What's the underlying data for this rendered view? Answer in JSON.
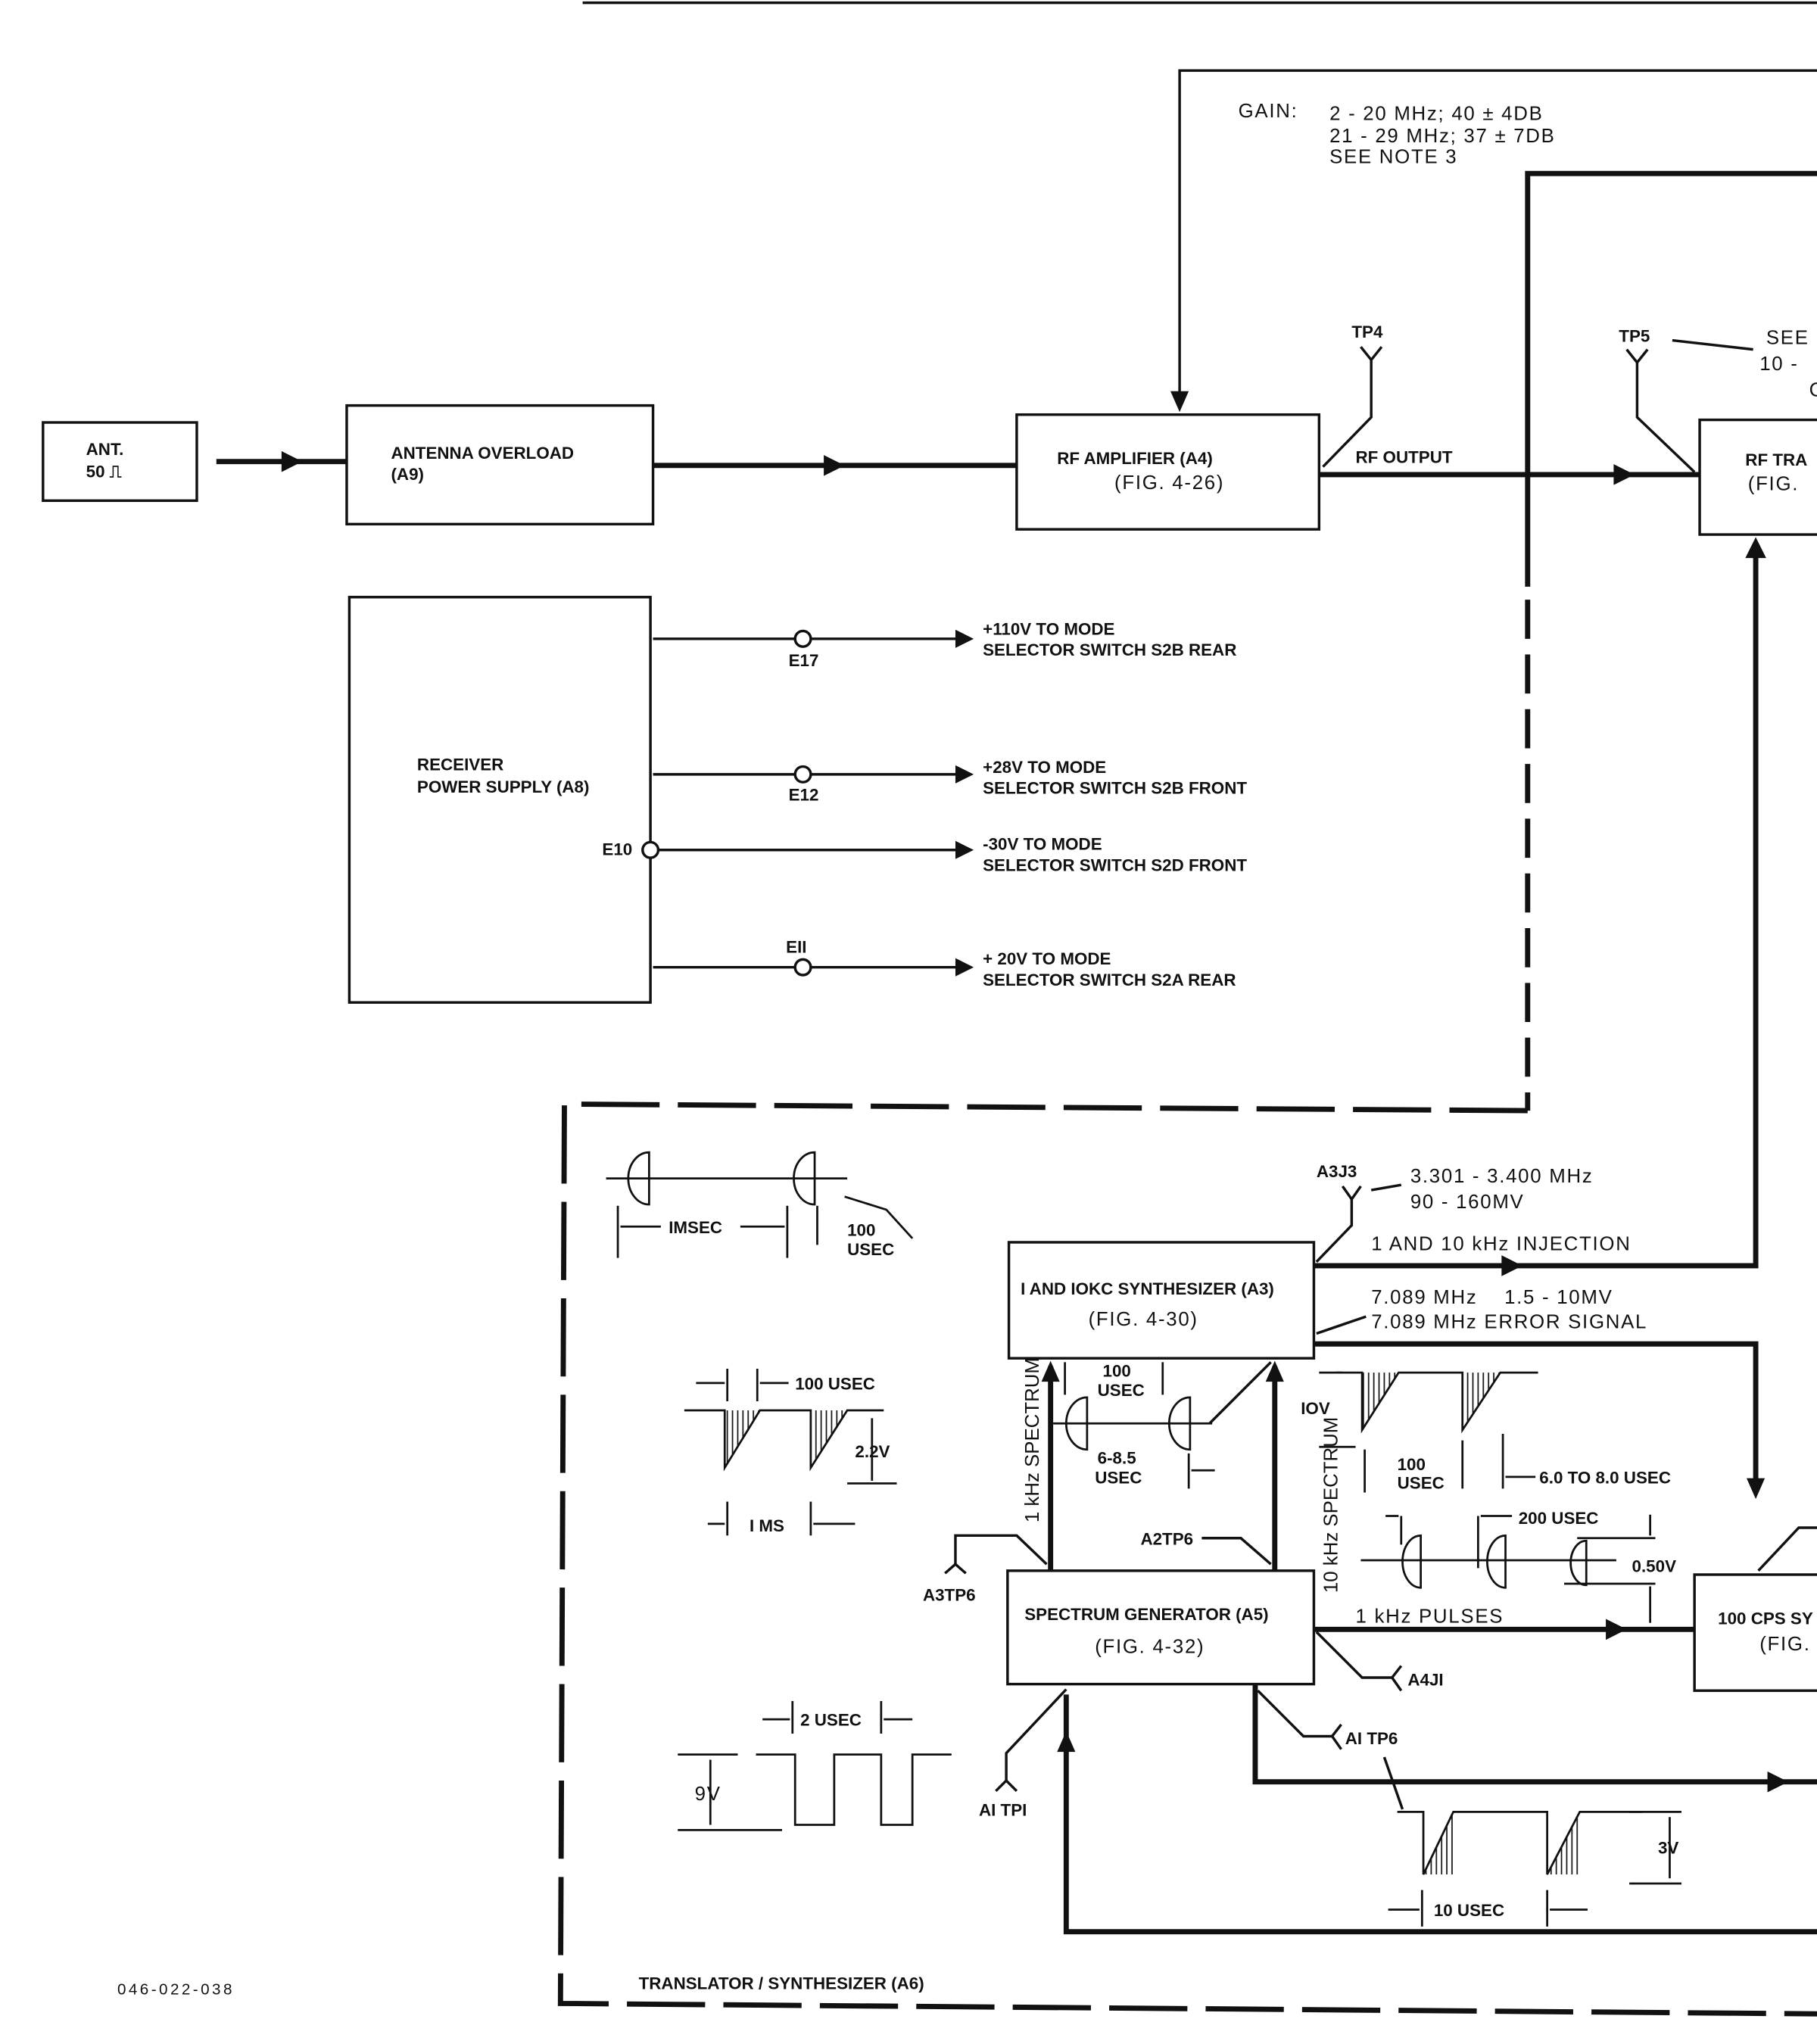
{
  "figure_number": "046-022-038",
  "blocks": {
    "antenna": {
      "line1": "ANT.",
      "line2": "50 ⎍"
    },
    "antenna_overload": {
      "line1": "ANTENNA OVERLOAD",
      "line2": "(A9)"
    },
    "rf_amplifier": {
      "line1": "RF AMPLIFIER (A4)",
      "line2": "(FIG. 4-26)"
    },
    "rf_translator": {
      "line1": "RF TRA",
      "line2": "(FIG."
    },
    "power_supply": {
      "line1": "RECEIVER",
      "line2": "POWER SUPPLY (A8)"
    },
    "synthesizer": {
      "line1": "I AND IOKC SYNTHESIZER (A3)",
      "line2": "(FIG. 4-30)"
    },
    "spectrum_generator": {
      "line1": "SPECTRUM GENERATOR (A5)",
      "line2": "(FIG. 4-32)"
    },
    "cps_synth": {
      "line1": "100 CPS SY",
      "line2": "(FIG."
    },
    "translator_group": "TRANSLATOR / SYNTHESIZER (A6)"
  },
  "gain": {
    "label": "GAIN:",
    "line1": "2 - 20 MHz; 40 ± 4DB",
    "line2": "21 - 29 MHz; 37 ± 7DB",
    "line3": "SEE NOTE 3"
  },
  "test_points": {
    "tp4": "TP4",
    "tp5": "TP5",
    "a3j3": "A3J3",
    "a3tp6": "A3TP6",
    "a2tp6": "A2TP6",
    "a4j1": "A4JI",
    "a1tp6": "AI TP6",
    "a1tp1": "AI TPI"
  },
  "tp5_note": {
    "line1": "SEE",
    "line2": "10 -",
    "line3": "C"
  },
  "signals": {
    "rf_output": "RF OUTPUT",
    "a3j3_freq": "3.301 - 3.400 MHz",
    "a3j3_level": "90 - 160MV",
    "injection": "1 AND 10 kHz INJECTION",
    "error_level": "7.089 MHz    1.5 - 10MV",
    "error_signal": "7.089 MHz ERROR SIGNAL",
    "spectrum_1k": "1 kHz SPECTRUM",
    "spectrum_10k": "10 kHz SPECTRUM",
    "pulses_1k": "1 kHz PULSES"
  },
  "power_outputs": [
    {
      "terminal": "E17",
      "line1": "+110V TO MODE",
      "line2": "SELECTOR SWITCH S2B REAR"
    },
    {
      "terminal": "E12",
      "line1": "+28V TO MODE",
      "line2": "SELECTOR SWITCH S2B FRONT"
    },
    {
      "terminal": "E10",
      "line1": "-30V TO MODE",
      "line2": "SELECTOR SWITCH S2D FRONT"
    },
    {
      "terminal": "EII",
      "line1": "+ 20V TO MODE",
      "line2": "SELECTOR SWITCH S2A REAR"
    }
  ],
  "waveforms": {
    "w1": {
      "period": "IMSEC",
      "width_a": "100",
      "width_b": "USEC"
    },
    "w2": {
      "width": "100 USEC",
      "amp": "2.2V",
      "period": "I MS"
    },
    "w3": {
      "width": "2 USEC",
      "amp": "9V"
    },
    "w4": {
      "width_a": "100",
      "width_b": "USEC",
      "dur_a": "6-8.5",
      "dur_b": "USEC"
    },
    "w5": {
      "amp": "IOV",
      "width_a": "100",
      "width_b": "USEC",
      "dur": "6.0 TO 8.0 USEC"
    },
    "w6": {
      "period": "200 USEC",
      "amp": "0.50V"
    },
    "w7": {
      "amp": "3V",
      "width": "10 USEC"
    }
  }
}
